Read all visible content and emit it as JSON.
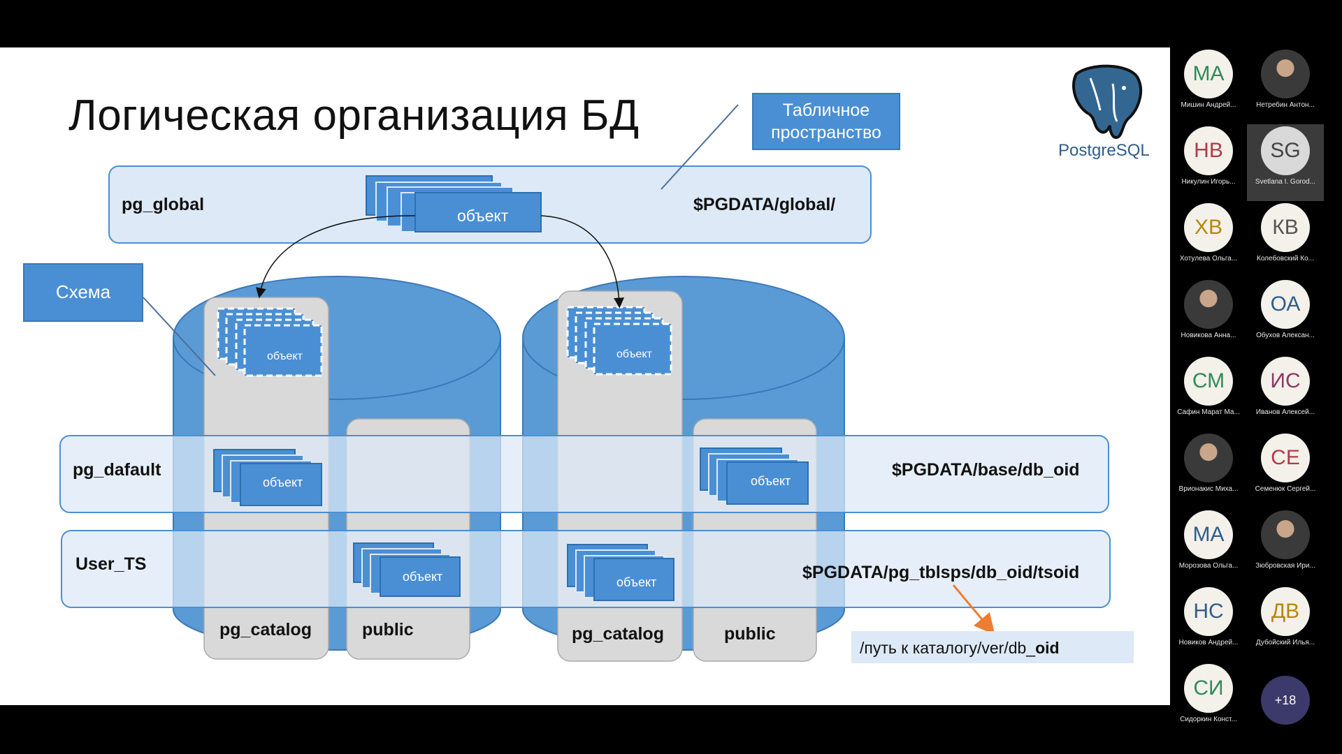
{
  "slide": {
    "title": "Логическая организация БД",
    "logo_text": "PostgreSQL",
    "tablespace_label": "Табличное пространство",
    "schema_label": "Схема",
    "tablespaces": [
      {
        "name": "pg_global",
        "path": "$PGDATA/global/"
      },
      {
        "name": "pg_dafault",
        "path": "$PGDATA/base/db_oid"
      },
      {
        "name": "User_TS",
        "path": "$PGDATA/pg_tblsps/db_oid/tsoid"
      }
    ],
    "object_label": "объект",
    "schemas": {
      "catalog": "pg_catalog",
      "public": "public"
    },
    "link_path_prefix": "/путь к каталогу/ver/db_",
    "link_path_bold": "oid",
    "colors": {
      "accent": "#4a8fd4",
      "cylinder": "#5b9bd5",
      "tablespace_band": "#dde9f6",
      "arrow": "#ed7d31"
    }
  },
  "participants": [
    {
      "initials": "МА",
      "name": "Мишин Андрей...",
      "color": "#2e8b57"
    },
    {
      "initials": "",
      "name": "Нетребин Антон...",
      "photo": true
    },
    {
      "initials": "НВ",
      "name": "Никулин Игорь...",
      "color": "#b03a48"
    },
    {
      "initials": "SG",
      "name": "Svetlana I. Gorod...",
      "color": "#444444",
      "selected": true
    },
    {
      "initials": "ХВ",
      "name": "Хотулева Ольга...",
      "color": "#b8860b"
    },
    {
      "initials": "КВ",
      "name": "Колебовский Ко...",
      "color": "#555555"
    },
    {
      "initials": "",
      "name": "Новикова Анна...",
      "photo": true
    },
    {
      "initials": "ОА",
      "name": "Обухов Алексан...",
      "color": "#2f5d8a"
    },
    {
      "initials": "СМ",
      "name": "Сафин Марат Ма...",
      "color": "#2e8b57"
    },
    {
      "initials": "ИС",
      "name": "Иванов Алексей...",
      "color": "#8b3a62"
    },
    {
      "initials": "",
      "name": "Врионакис Миха...",
      "photo": true
    },
    {
      "initials": "СЕ",
      "name": "Семенюк Сергей...",
      "color": "#b03a48"
    },
    {
      "initials": "МА",
      "name": "Морозова Ольга...",
      "color": "#2f5d8a"
    },
    {
      "initials": "",
      "name": "Зюбровская Ири...",
      "photo": true
    },
    {
      "initials": "НС",
      "name": "Новиков Андрей...",
      "color": "#2f5d8a"
    },
    {
      "initials": "ДВ",
      "name": "Дубойский Илья...",
      "color": "#b8860b"
    },
    {
      "initials": "СИ",
      "name": "Сидоркин Конст...",
      "color": "#2e8b57"
    },
    {
      "initials": "+18",
      "name": "",
      "more": true
    }
  ]
}
